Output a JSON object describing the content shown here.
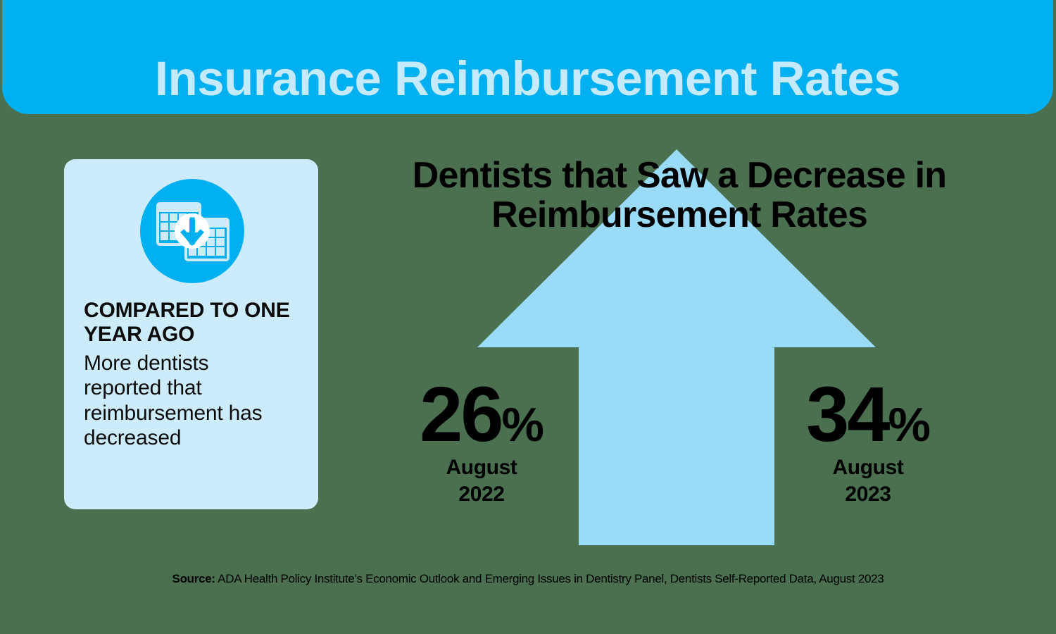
{
  "page": {
    "background_color": "#4a7050"
  },
  "header": {
    "title": "Insurance Reimbursement Rates",
    "background_color": "#00b0f0",
    "text_color": "#c5eafb"
  },
  "info_card": {
    "background_color": "#cdecfb",
    "icon_name": "calendar-decrease-icon",
    "icon_circle_color": "#00b0f0",
    "heading": "COMPARED TO ONE YEAR AGO",
    "body": "More dentists reported that reimbursement has decreased"
  },
  "chart_data": {
    "type": "bar",
    "title": "Dentists that Saw a Decrease in Reimbursement Rates",
    "categories": [
      "August 2022",
      "August 2023"
    ],
    "values": [
      26,
      34
    ],
    "value_labels": [
      "26%",
      "34%"
    ],
    "unit": "%",
    "xlabel": "",
    "ylabel": "",
    "ylim": [
      0,
      100
    ],
    "grid": false,
    "legend": "none",
    "annotation": "Upward arrow indicating an increase from 26% to 34%",
    "arrow_color": "#9adcf8"
  },
  "stats": [
    {
      "value": "26",
      "percent": "%",
      "month": "August",
      "year": "2022"
    },
    {
      "value": "34",
      "percent": "%",
      "month": "August",
      "year": "2023"
    }
  ],
  "source": {
    "label": "Source:",
    "text": " ADA Health Policy Institute’s Economic Outlook and Emerging Issues in Dentistry Panel, Dentists Self-Reported Data, August 2023"
  }
}
